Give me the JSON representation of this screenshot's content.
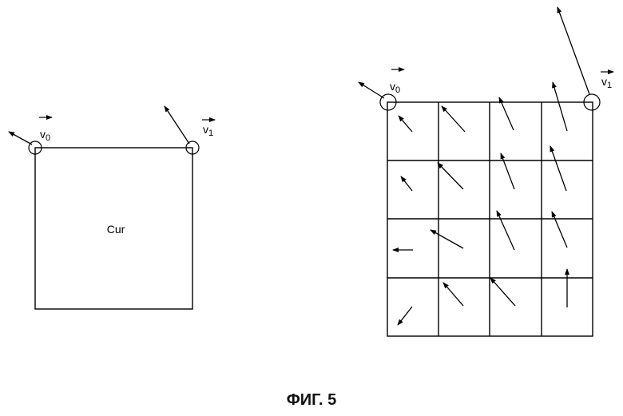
{
  "caption": "ФИГ. 5",
  "left_block": {
    "label": "Cur",
    "v0_label": "v0",
    "v1_label": "v1"
  },
  "right_block": {
    "v0_label": "v0",
    "v1_label": "v1",
    "grid_rows": 4,
    "grid_cols": 4
  }
}
